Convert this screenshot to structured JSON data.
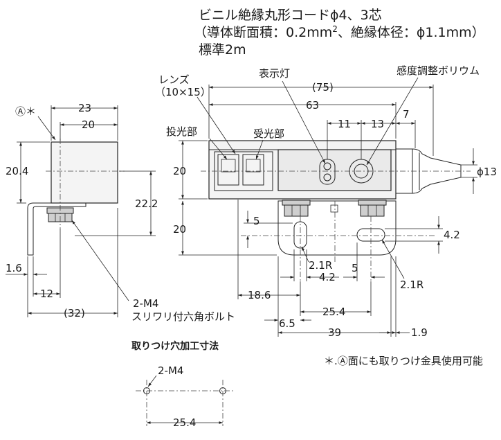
{
  "header": {
    "line1": "ビニル絶縁丸形コードϕ4、3芯",
    "line2a": "（導体断面積：0.2mm",
    "line2sup": "2",
    "line2b": "、絶縁体径：ϕ1.1mm）",
    "line3": "標準2m"
  },
  "side_view": {
    "mark": "Ⓐ＊",
    "dim_width_outer": "23",
    "dim_width_inner": "20",
    "dim_height": "20.4",
    "dim_height_total": "22.2",
    "dim_plate_thickness": "1.6",
    "dim_offset": "12",
    "dim_total_length": "(32)"
  },
  "bolt_note": {
    "line1": "2-M4",
    "line2": "スリワリ付六角ボルト"
  },
  "front_view": {
    "lens_label": "レンズ",
    "lens_size": "（10×15）",
    "emitter_label": "投光部",
    "receiver_label": "受光部",
    "indicator_label": "表示灯",
    "adjuster_label": "感度調整ボリウム",
    "dim_overall": "(75)",
    "dim_body": "63",
    "dim_indicator": "11",
    "dim_adjuster": "13",
    "dim_cable_gap": "7",
    "dim_height": "20",
    "dim_bracket_height": "20",
    "dim_cable_dia": "ϕ13",
    "dim_slot_offset": "5",
    "dim_slot_height": "4.2",
    "dim_slot_radius_left": "2.1R",
    "dim_slot_spacing_left": "4.2",
    "dim_slot_spacing_right": "5",
    "dim_slot_radius_right": "2.1R",
    "dim_left_offset": "18.6",
    "dim_hole_pitch": "25.4",
    "dim_edge": "6.5",
    "dim_bracket_width": "39",
    "dim_edge_right": "1.9"
  },
  "mounting": {
    "title": "取りつけ穴加工寸法",
    "hole_label": "2-M4",
    "pitch": "25.4"
  },
  "footnote": "＊.Ⓐ面にも取りつけ金具使用可能"
}
